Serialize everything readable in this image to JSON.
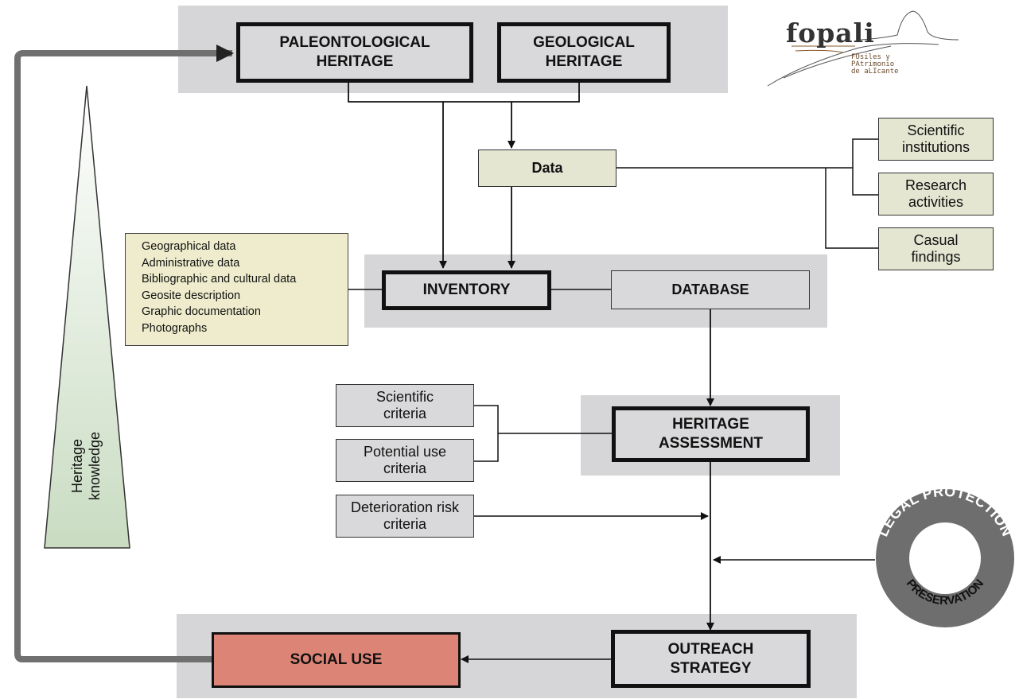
{
  "heritage": {
    "paleontological": "PALEONTOLOGICAL HERITAGE",
    "geological": "GEOLOGICAL HERITAGE"
  },
  "logo": {
    "word": "fopali",
    "sub": [
      "FOsiles y",
      "PAtrimonio",
      "de aLIcante"
    ]
  },
  "data_box": "Data",
  "sources": [
    "Scientific institutions",
    "Research activities",
    "Casual findings"
  ],
  "inventory_items": [
    "Geographical data",
    "Administrative data",
    "Bibliographic and cultural data",
    "Geosite description",
    "Graphic documentation",
    "Photographs"
  ],
  "inventory": "INVENTORY",
  "database": "DATABASE",
  "criteria": {
    "scientific": "Scientific criteria",
    "potential_use": "Potential use criteria",
    "deterioration": "Deterioration risk criteria"
  },
  "assessment": "HERITAGE ASSESSMENT",
  "ring": {
    "top": "LEGAL PROTECTION",
    "bottom": "PRESERVATION"
  },
  "knowledge": "Heritage knowledge",
  "social_use": "SOCIAL USE",
  "outreach": "OUTREACH STRATEGY",
  "colors": {
    "band": "#d6d6d8",
    "box": "#d9d9db",
    "green": "#e4e6d2",
    "info": "#eeeccc",
    "social": "#dc8576",
    "ring": "#6e6e6e",
    "feedback": "#707070"
  }
}
